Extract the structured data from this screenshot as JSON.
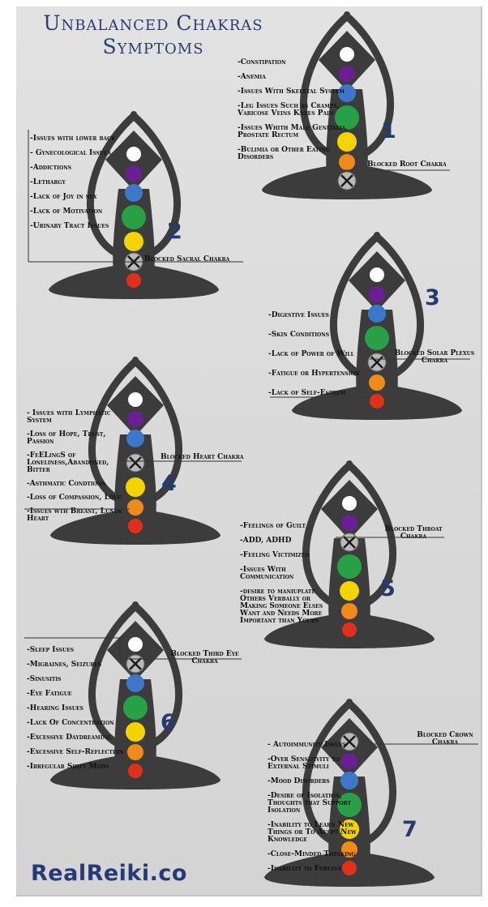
{
  "title": {
    "line1": "Unbalanced  Chakras",
    "line2": "Symptoms"
  },
  "brand": "RealReiki.co",
  "colors": {
    "title": "#2b3c6e",
    "figure": "#3c3c3c",
    "number": "#273a6e"
  },
  "chakras": [
    {
      "number": "1",
      "blocked_label": "Blocked Root Chakra",
      "symptoms": [
        "-Constipation",
        "-Anemia",
        "-Issues With Skeletal System",
        "-Leg Issues Such as Cramps, Varicose Veins Knees Pain",
        "-Issues Whith Male Genitalia, Prostate Rectum",
        "-Bulimia or Other Eating Disorders"
      ]
    },
    {
      "number": "2",
      "blocked_label": "Blocked Sacral Chakra",
      "symptoms": [
        "-Issues with lower back",
        "- Gynecological Issues",
        "-Addictions",
        "-Lethargy",
        "-Lack of Joy in sex",
        "-Lack of  Motivation",
        "-Urinary Tract Issues"
      ]
    },
    {
      "number": "3",
      "blocked_label": "Blocked Solar Plexus Chakra",
      "symptoms": [
        "-Digestive Issues",
        "-Skin Conditions",
        "-Lack of Power of Will",
        "-Fatigue or Hypertension",
        "-Lack of Self-Esteem"
      ]
    },
    {
      "number": "4",
      "blocked_label": "Blocked Heart Chakra",
      "symptoms": [
        "- Issues with Lymphatic System",
        "-Loss of Hope, Trust, Passion",
        "-FeELingS of Loneliness,Abandoned, Bitter",
        "-Asthmatic Condtions",
        "-Loss of Compassion, Love",
        "-Issues wth Breast, Lungs Heart"
      ]
    },
    {
      "number": "5",
      "blocked_label": "Blocked Throat Chakra",
      "symptoms": [
        "-Feelings of Guilt",
        "-ADD, ADHD",
        "-Feeling Victimized",
        "-Issues With Communication",
        "-desire to maniuplate Others Verbally or Making Someone Elses Want and Needs More Important than Yours"
      ]
    },
    {
      "number": "6",
      "blocked_label": "Blocked Third Eye Chakra",
      "symptoms": [
        "-Sleep Issues",
        "-Migraines, Seizures",
        "-Sinusitis",
        "-Eye Fatigue",
        "-Hearing Issues",
        "-Lack Of Concentration",
        "-Excessive Daydreaming",
        "-Excessive Self-Reflection",
        "-Irregular Shift Mods"
      ]
    },
    {
      "number": "7",
      "blocked_label": "Blocked Crown Chakra",
      "symptoms": [
        "- Autoimmunity Issues",
        "-Over Sensitivity to External Stimuli",
        "-Mood Disorders",
        "-Desire of Isolation, Thoughts that Support Isolation",
        "-Inability to Learn New Things or To Acept New Knowledge",
        "-Close-Minded Thinking",
        "-Inability to Forgive"
      ]
    }
  ]
}
